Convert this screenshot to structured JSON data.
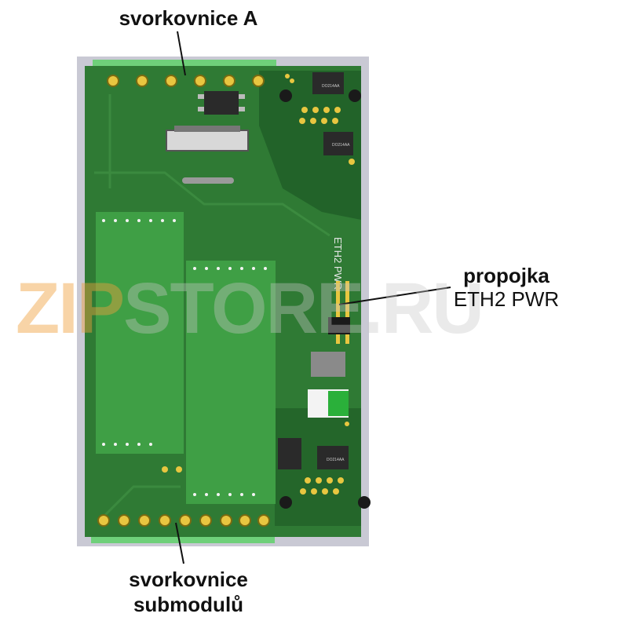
{
  "labels": {
    "terminal_a": "svorkovnice A",
    "jumper_line1": "propojka",
    "jumper_line2": "ETH2 PWR",
    "submodule_line1": "svorkovnice",
    "submodule_line2": "submodulů"
  },
  "board": {
    "silkscreen_vertical": "ETH2 PWR",
    "component_marking": "DO214AA"
  },
  "watermark": {
    "accent_part": "ZIP",
    "rest": "STORE.RU"
  },
  "colors": {
    "board_background": "#c9c9d4",
    "pcb_green": "#2f7a34",
    "pcb_dark": "#1f5e27",
    "module_green": "#3f9f45",
    "pad_gold": "#e8c640",
    "connector_green": "#6fd07a"
  }
}
